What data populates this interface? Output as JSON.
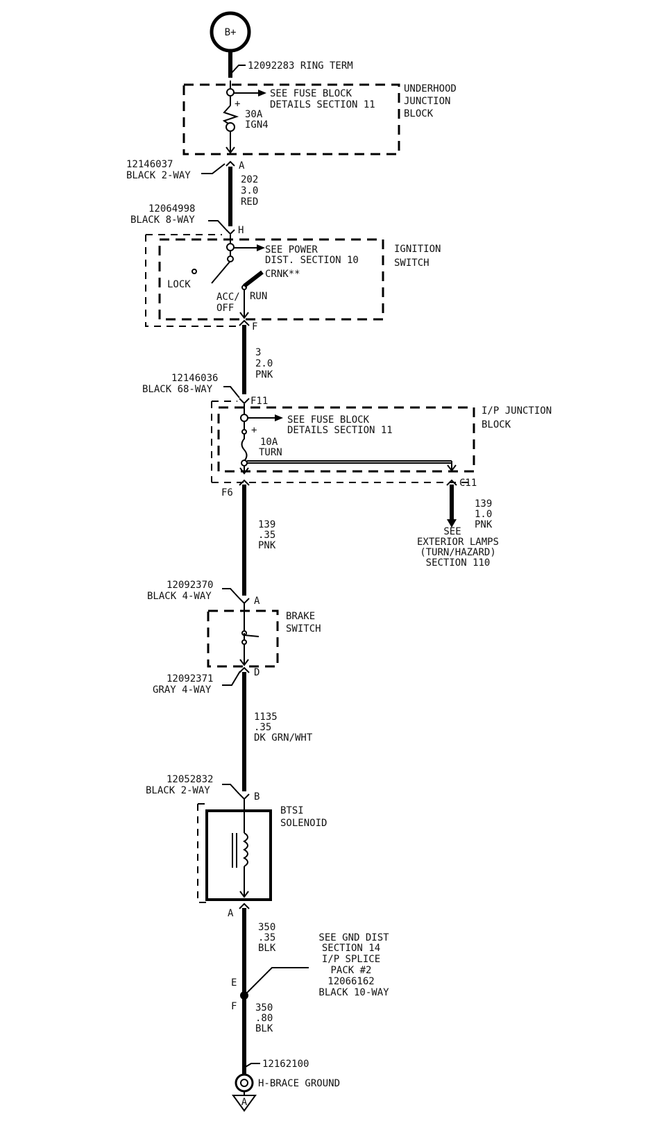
{
  "power_source": {
    "label": "B+"
  },
  "ring_terminal": {
    "label": "12092283  RING TERM"
  },
  "underhood_block": {
    "title": [
      "UNDERHOOD",
      "JUNCTION",
      "BLOCK"
    ],
    "note": [
      "SEE FUSE BLOCK",
      "DETAILS SECTION 11"
    ],
    "plus": "+",
    "fuse": [
      "30A",
      "IGN4"
    ]
  },
  "conn1": {
    "part": "12146037",
    "desc": "BLACK 2-WAY",
    "pin": "A"
  },
  "wire1": {
    "circuit": "202",
    "gauge": "3.0",
    "color": "RED"
  },
  "conn2": {
    "part": "12064998",
    "desc": "BLACK 8-WAY",
    "pin": "H"
  },
  "ignition_switch": {
    "title": [
      "IGNITION",
      "SWITCH"
    ],
    "note": [
      "SEE POWER",
      "DIST. SECTION 10"
    ],
    "lock": "LOCK",
    "acc": [
      "ACC/",
      "OFF"
    ],
    "run": "RUN",
    "crank": "CRNK**",
    "pin_out": "F"
  },
  "wire2": {
    "circuit": "3",
    "gauge": "2.0",
    "color": "PNK"
  },
  "conn3": {
    "part": "12146036",
    "desc": "BLACK 68-WAY",
    "pin": "F11"
  },
  "ip_block": {
    "title": [
      "I/P JUNCTION",
      "BLOCK"
    ],
    "note": [
      "SEE FUSE BLOCK",
      "DETAILS SECTION 11"
    ],
    "plus": "+",
    "fuse": [
      "10A",
      "TURN"
    ],
    "pin_left": "F6",
    "pin_right": "C11"
  },
  "branch": {
    "circuit": "139",
    "gauge": "1.0",
    "color": "PNK",
    "see": [
      "SEE",
      "EXTERIOR LAMPS",
      "(TURN/HAZARD)",
      "SECTION 110"
    ]
  },
  "wire3": {
    "circuit": "139",
    "gauge": ".35",
    "color": "PNK"
  },
  "conn4": {
    "part": "12092370",
    "desc": "BLACK 4-WAY",
    "pin": "A"
  },
  "brake_switch": {
    "title": [
      "BRAKE",
      "SWITCH"
    ]
  },
  "conn5": {
    "part": "12092371",
    "desc": "GRAY 4-WAY",
    "pin": "D"
  },
  "wire4": {
    "circuit": "1135",
    "gauge": ".35",
    "color": "DK GRN/WHT"
  },
  "conn6": {
    "part": "12052832",
    "desc": "BLACK 2-WAY",
    "pin": "B"
  },
  "btsi": {
    "title": [
      "BTSI",
      "SOLENOID"
    ],
    "pin_out": "A"
  },
  "wire5": {
    "circuit": "350",
    "gauge": ".35",
    "color": "BLK"
  },
  "splice": {
    "pin_e": "E",
    "pin_f": "F",
    "note": [
      "SEE GND DIST",
      "SECTION 14",
      "I/P SPLICE",
      "PACK #2",
      "12066162",
      "BLACK 10-WAY"
    ]
  },
  "wire6": {
    "circuit": "350",
    "gauge": ".80",
    "color": "BLK"
  },
  "ground": {
    "part": "12162100",
    "label": "H-BRACE GROUND",
    "letter": "A"
  }
}
